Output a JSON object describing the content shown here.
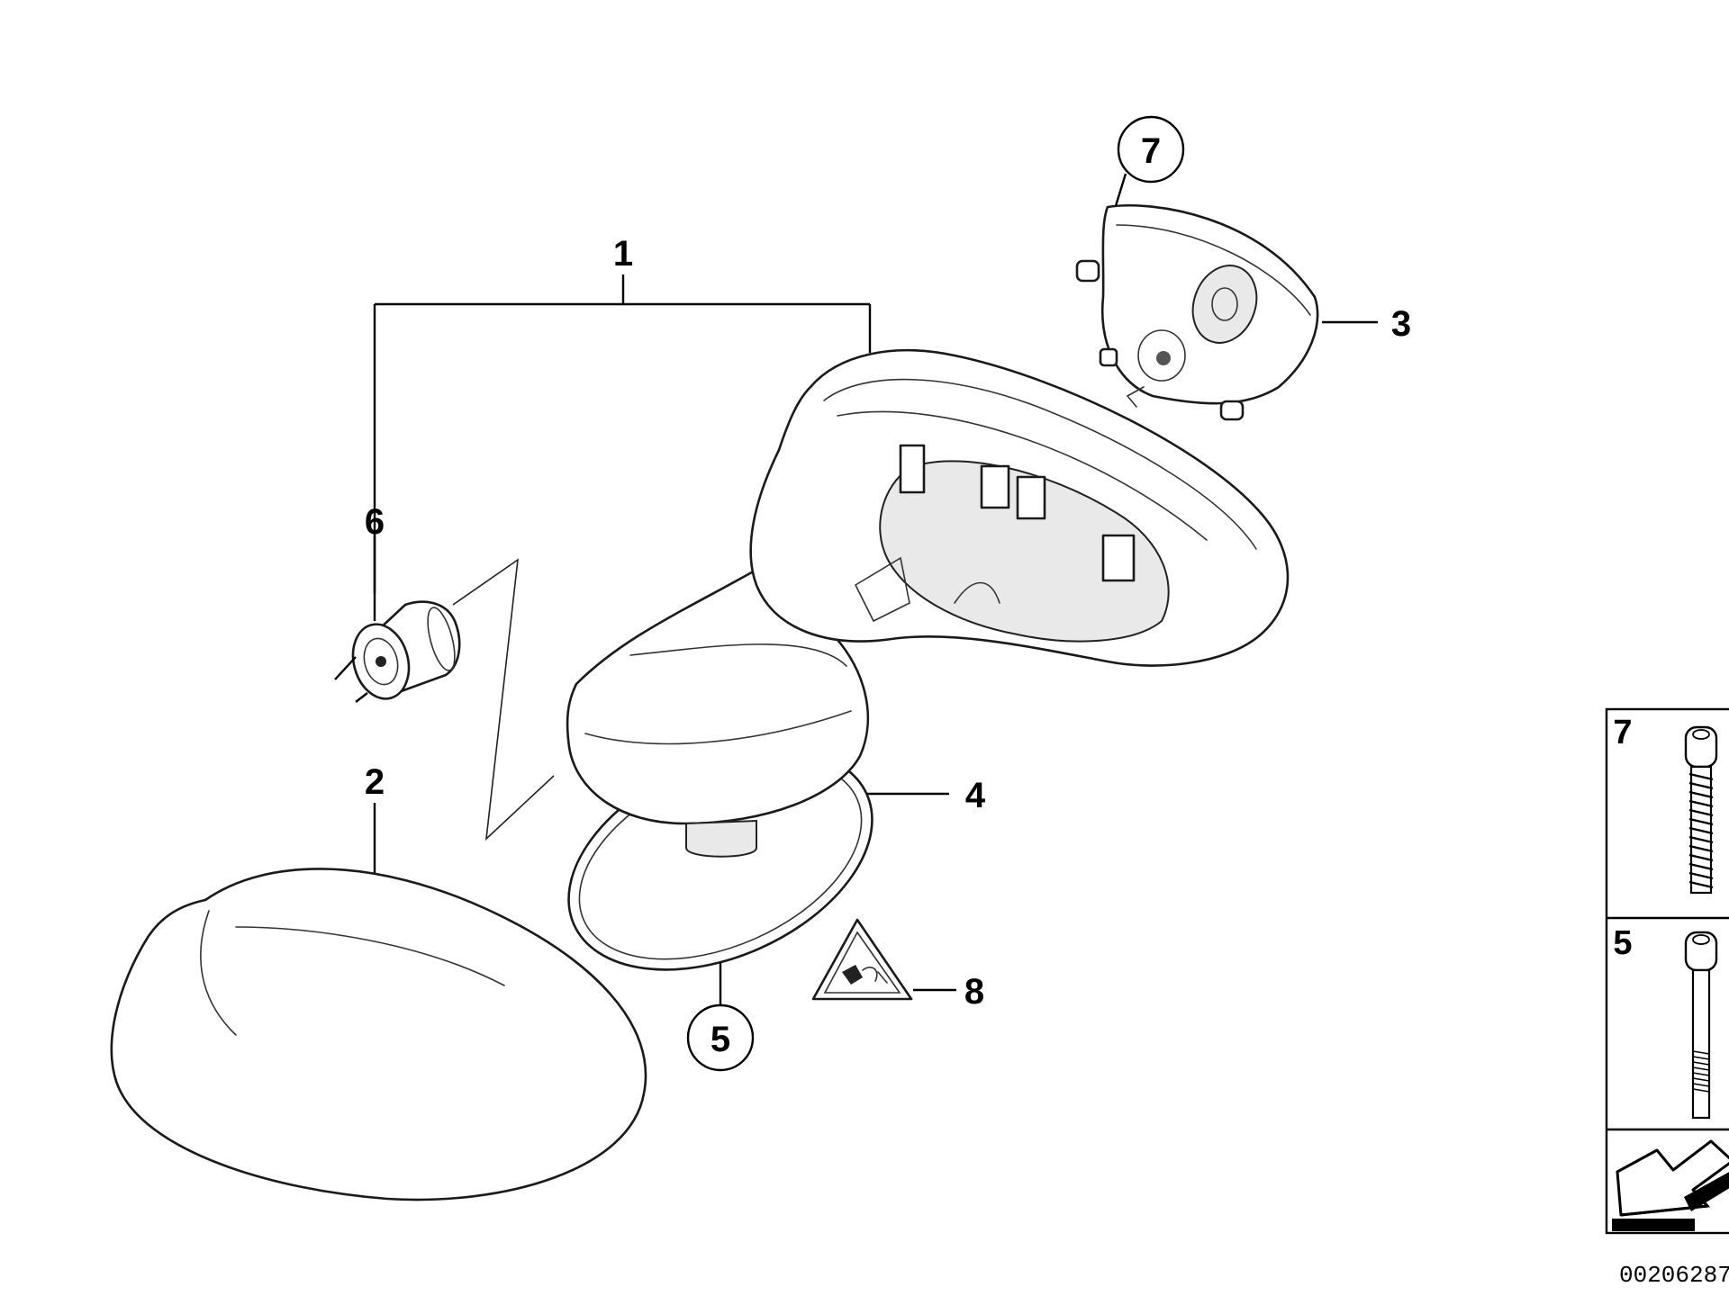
{
  "diagram": {
    "callouts": {
      "n1": "1",
      "n2": "2",
      "n3": "3",
      "n4": "4",
      "n5": "5",
      "n6": "6",
      "n7": "7",
      "n8": "8"
    },
    "legend": {
      "item7": "7",
      "item5": "5"
    },
    "doc_number": "00206287"
  }
}
